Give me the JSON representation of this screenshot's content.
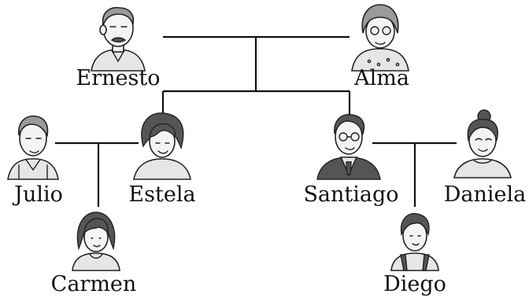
{
  "people": {
    "ernesto": "Ernesto",
    "alma": "Alma",
    "julio": "Julio",
    "estela": "Estela",
    "santiago": "Santiago",
    "daniela": "Daniela",
    "carmen": "Carmen",
    "diego": "Diego"
  },
  "icons": [
    "grandfather-portrait-icon",
    "grandmother-portrait-icon",
    "man-portrait-icon",
    "woman-portrait-icon",
    "man-with-glasses-portrait-icon",
    "woman-bun-portrait-icon",
    "girl-portrait-icon",
    "boy-portrait-icon"
  ]
}
